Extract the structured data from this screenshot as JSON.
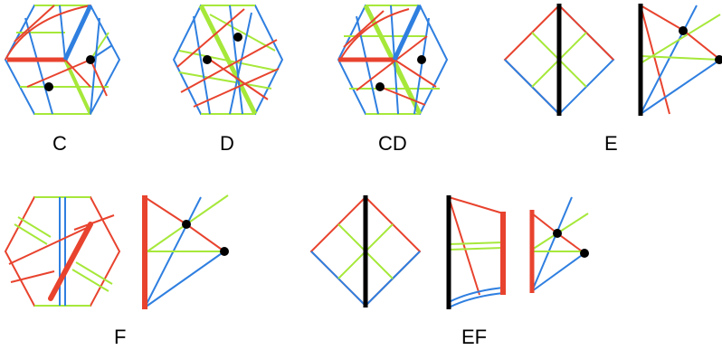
{
  "colors": {
    "red": "#e8432e",
    "blue": "#2f7fe0",
    "green": "#a6e83a",
    "black": "#000000"
  },
  "labels": {
    "c": "C",
    "d": "D",
    "cd": "CD",
    "e": "E",
    "f": "F",
    "ef": "EF"
  }
}
